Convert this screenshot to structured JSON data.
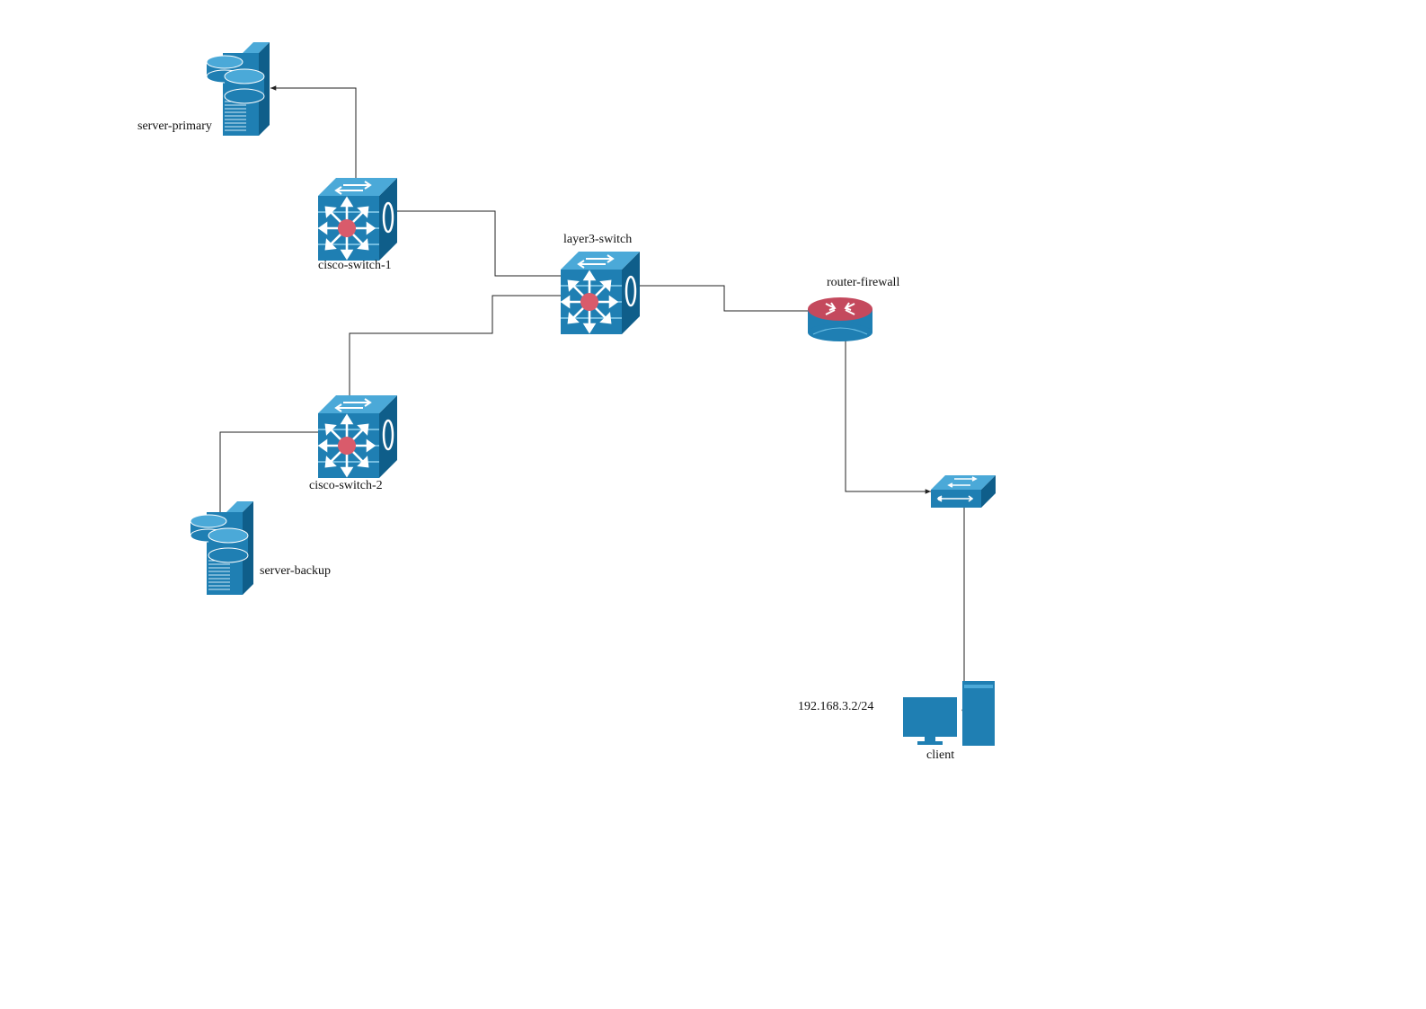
{
  "diagram": {
    "nodes": [
      {
        "id": "server-primary",
        "label": "server-primary",
        "kind": "server-icon"
      },
      {
        "id": "cisco-switch-1",
        "label": "cisco-switch-1",
        "kind": "multilayer-switch-icon"
      },
      {
        "id": "layer3-switch",
        "label": "layer3-switch",
        "kind": "multilayer-switch-icon"
      },
      {
        "id": "router-firewall",
        "label": "router-firewall",
        "kind": "router-icon"
      },
      {
        "id": "cisco-switch-2",
        "label": "cisco-switch-2",
        "kind": "multilayer-switch-icon"
      },
      {
        "id": "server-backup",
        "label": "server-backup",
        "kind": "server-icon"
      },
      {
        "id": "access-switch",
        "label": "",
        "kind": "workgroup-switch-icon"
      },
      {
        "id": "client",
        "label": "client",
        "kind": "pc-icon"
      }
    ],
    "annotations": [
      {
        "id": "client-ip",
        "text": "192.168.3.2/24"
      }
    ],
    "edges": [
      {
        "from": "cisco-switch-1",
        "to": "server-primary"
      },
      {
        "from": "cisco-switch-1",
        "to": "layer3-switch"
      },
      {
        "from": "layer3-switch",
        "to": "cisco-switch-2"
      },
      {
        "from": "cisco-switch-2",
        "to": "server-backup"
      },
      {
        "from": "layer3-switch",
        "to": "router-firewall"
      },
      {
        "from": "router-firewall",
        "to": "access-switch"
      },
      {
        "from": "access-switch",
        "to": "client"
      }
    ],
    "colors": {
      "device_blue": "#1f7fb3",
      "device_light": "#4ba9d8",
      "device_dark": "#0f5e8a",
      "router_red": "#c4495d",
      "center_red": "#d95b6b",
      "line": "#222222"
    }
  }
}
